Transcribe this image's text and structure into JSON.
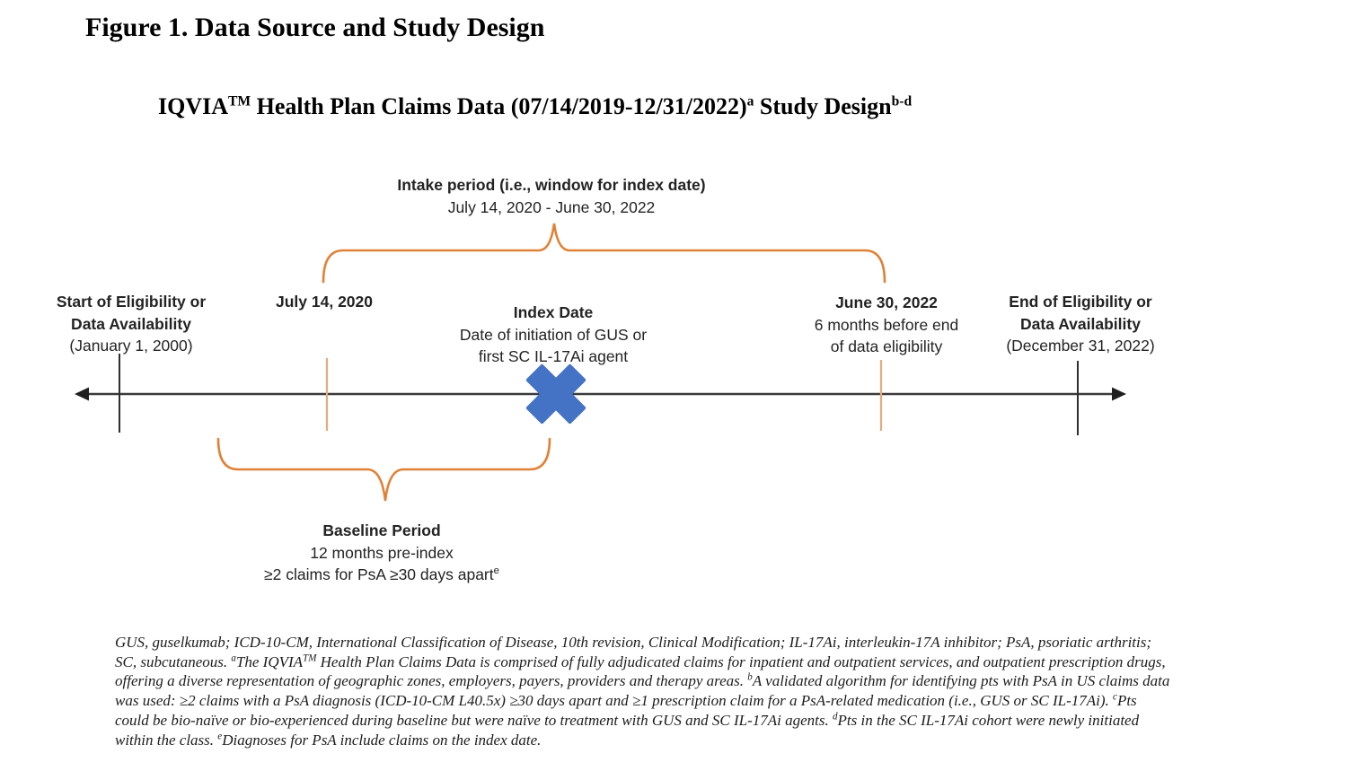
{
  "header": {
    "figure_title": "Figure 1. Data Source and Study Design",
    "subtitle_segments": [
      {
        "t": "IQVIA"
      },
      {
        "t": "TM",
        "sup": true
      },
      {
        "t": " Health Plan Claims Data (07/14/2019-12/31/2022)"
      },
      {
        "t": "a",
        "sup": true
      },
      {
        "t": " Study Design"
      },
      {
        "t": "b-d",
        "sup": true
      }
    ]
  },
  "intake_period": {
    "title": "Intake period (i.e., window for index date)",
    "date_range": "July 14, 2020 - June 30, 2022"
  },
  "milestones": {
    "start": {
      "line1": "Start of Eligibility or",
      "line2": "Data Availability",
      "line3": "(January 1, 2000)"
    },
    "intake_start": {
      "date": "July 14, 2020"
    },
    "index_date": {
      "title": "Index Date",
      "line2": "Date of initiation of GUS or",
      "line3": "first SC IL-17Ai agent"
    },
    "intake_end": {
      "date": "June 30, 2022",
      "line2": "6 months before end",
      "line3": "of data eligibility"
    },
    "end": {
      "line1": "End of Eligibility or",
      "line2": "Data Availability",
      "line3": "(December 31, 2022)"
    }
  },
  "baseline_period": {
    "title": "Baseline Period",
    "line2": "12 months pre-index",
    "line3_segments": [
      {
        "t": "≥2 claims for PsA ≥30 days apart"
      },
      {
        "t": "e",
        "sup": true
      }
    ]
  },
  "footnotes": {
    "lines": [
      [
        {
          "t": "GUS, guselkumab; ICD-10-CM, International Classification of Disease, 10th revision, Clinical Modification; IL-17Ai, interleukin-17A inhibitor; PsA, psoriatic arthritis;"
        }
      ],
      [
        {
          "t": "SC, subcutaneous. "
        },
        {
          "t": "a",
          "sup": true
        },
        {
          "t": "The IQVIA"
        },
        {
          "t": "TM",
          "sup": true
        },
        {
          "t": " Health Plan Claims Data is comprised of fully adjudicated claims for inpatient and outpatient services, and outpatient prescription drugs,"
        }
      ],
      [
        {
          "t": "offering a diverse representation of geographic zones, employers, payers, providers and therapy areas. "
        },
        {
          "t": "b",
          "sup": true
        },
        {
          "t": "A validated algorithm for identifying pts with PsA in US claims data"
        }
      ],
      [
        {
          "t": "was used: ≥2 claims with a PsA diagnosis (ICD-10-CM L40.5x) ≥30 days apart and ≥1 prescription claim for a PsA-related medication (i.e., GUS or SC IL-17Ai). "
        },
        {
          "t": "c",
          "sup": true
        },
        {
          "t": "Pts"
        }
      ],
      [
        {
          "t": "could be bio-naïve or bio-experienced during baseline but were naïve to treatment with GUS and SC IL-17Ai agents. "
        },
        {
          "t": "d",
          "sup": true
        },
        {
          "t": "Pts in the SC IL-17Ai cohort were newly initiated"
        }
      ],
      [
        {
          "t": "within the class. "
        },
        {
          "t": "e",
          "sup": true
        },
        {
          "t": "Diagnoses for PsA include claims on the index date."
        }
      ]
    ]
  },
  "colors": {
    "brace_orange": "#E08138",
    "tick_orange": "#E5AB7C",
    "marker_blue": "#4472C4",
    "axis_black": "#3a3a3a",
    "tick_black": "#2e2e2e"
  }
}
